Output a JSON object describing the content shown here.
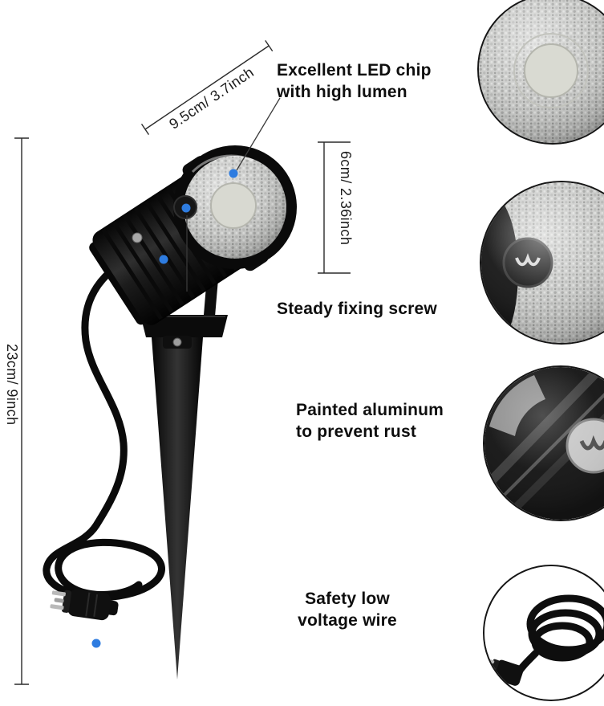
{
  "colors": {
    "accent_dot": "#2e7ce0",
    "text": "#0e0e0e",
    "line": "#2b2b2b"
  },
  "dimensions": {
    "head_diameter_label": "9.5cm/ 3.7inch",
    "head_height_label": "6cm/ 2.36inch",
    "overall_height_label": "23cm/ 9inch"
  },
  "features": {
    "led_chip": {
      "line1": "Excellent LED chip",
      "line2": "with high lumen"
    },
    "fixing_screw": {
      "label": "Steady fixing screw"
    },
    "aluminum": {
      "line1": "Painted aluminum",
      "line2": "to prevent rust"
    },
    "wire": {
      "line1": "Safety low",
      "line2": "voltage wire"
    }
  },
  "callouts": [
    {
      "name": "led-chip-closeup"
    },
    {
      "name": "lens-and-screw-closeup"
    },
    {
      "name": "painted-body-screw-closeup"
    },
    {
      "name": "wire-and-plug-closeup"
    }
  ]
}
